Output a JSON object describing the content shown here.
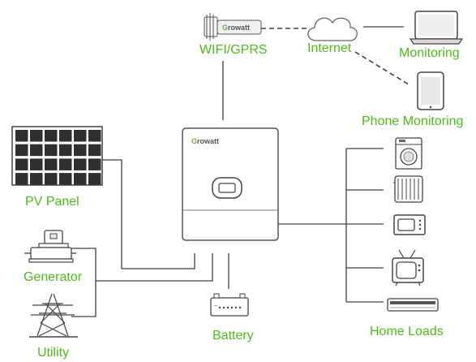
{
  "labels": {
    "wifi": "WIFI/GPRS",
    "internet": "Internet",
    "monitoring": "Monitoring",
    "phone_monitoring": "Phone Monitoring",
    "pv_panel": "PV Panel",
    "generator": "Generator",
    "utility": "Utility",
    "battery": "Battery",
    "home_loads": "Home Loads"
  },
  "brand": {
    "logo_text": "Growatt",
    "logo_g": "G",
    "logo_rest": "rowatt"
  },
  "colors": {
    "label": "#4cbb17",
    "line": "#404040",
    "logo_green": "#6ab04c"
  },
  "icons": [
    "wifi-dongle-icon",
    "cloud-icon",
    "laptop-icon",
    "phone-icon",
    "solar-panel-icon",
    "inverter-icon",
    "generator-icon",
    "power-tower-icon",
    "battery-icon",
    "washing-machine-icon",
    "heater-icon",
    "microwave-icon",
    "tv-icon",
    "air-conditioner-icon"
  ]
}
